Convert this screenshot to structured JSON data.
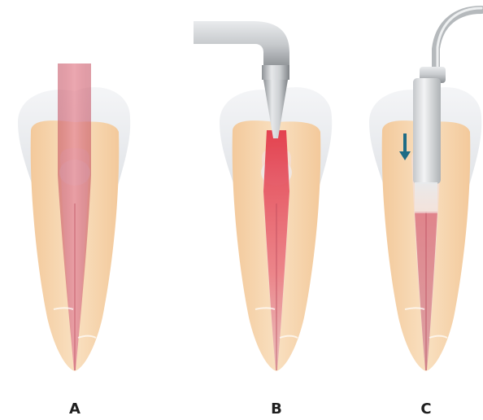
{
  "figure": {
    "panels": [
      {
        "id": "A",
        "label": "A",
        "delivery": "direct-beam"
      },
      {
        "id": "B",
        "label": "B",
        "delivery": "tapered-tip-in-chamber"
      },
      {
        "id": "C",
        "label": "C",
        "delivery": "fiber-tip-in-canal",
        "motion_indicator": "down-arrow-icon"
      }
    ],
    "colors": {
      "enamel": "#e9ebee",
      "dentin": "#f6d7b1",
      "pulp_canal": "#f2ddd2",
      "laser_beam": "#d9616f",
      "handpiece_metal": "#b9bcbf",
      "arrow": "#1e6c86"
    }
  }
}
